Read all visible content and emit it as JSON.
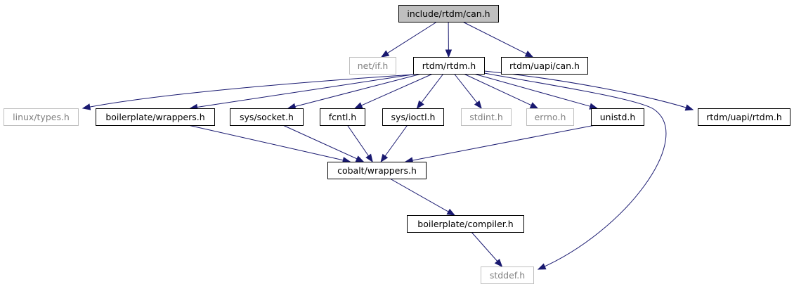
{
  "diagram": {
    "nodes": [
      {
        "id": "can",
        "label": "include/rtdm/can.h",
        "style": "root"
      },
      {
        "id": "netif",
        "label": "net/if.h",
        "style": "external"
      },
      {
        "id": "rtdm",
        "label": "rtdm/rtdm.h",
        "style": "normal"
      },
      {
        "id": "uapican",
        "label": "rtdm/uapi/can.h",
        "style": "normal"
      },
      {
        "id": "linuxtypes",
        "label": "linux/types.h",
        "style": "external"
      },
      {
        "id": "bpwrappers",
        "label": "boilerplate/wrappers.h",
        "style": "normal"
      },
      {
        "id": "syssocket",
        "label": "sys/socket.h",
        "style": "normal"
      },
      {
        "id": "fcntl",
        "label": "fcntl.h",
        "style": "normal"
      },
      {
        "id": "sysioctl",
        "label": "sys/ioctl.h",
        "style": "normal"
      },
      {
        "id": "stdint",
        "label": "stdint.h",
        "style": "external"
      },
      {
        "id": "errno",
        "label": "errno.h",
        "style": "external"
      },
      {
        "id": "unistd",
        "label": "unistd.h",
        "style": "normal"
      },
      {
        "id": "uapirtdm",
        "label": "rtdm/uapi/rtdm.h",
        "style": "normal"
      },
      {
        "id": "cobaltwrappers",
        "label": "cobalt/wrappers.h",
        "style": "normal"
      },
      {
        "id": "bpcompiler",
        "label": "boilerplate/compiler.h",
        "style": "normal"
      },
      {
        "id": "stddef",
        "label": "stddef.h",
        "style": "external"
      }
    ],
    "edges": [
      {
        "from": "can",
        "to": "netif"
      },
      {
        "from": "can",
        "to": "rtdm"
      },
      {
        "from": "can",
        "to": "uapican"
      },
      {
        "from": "rtdm",
        "to": "linuxtypes"
      },
      {
        "from": "rtdm",
        "to": "bpwrappers"
      },
      {
        "from": "rtdm",
        "to": "syssocket"
      },
      {
        "from": "rtdm",
        "to": "fcntl"
      },
      {
        "from": "rtdm",
        "to": "sysioctl"
      },
      {
        "from": "rtdm",
        "to": "stdint"
      },
      {
        "from": "rtdm",
        "to": "errno"
      },
      {
        "from": "rtdm",
        "to": "unistd"
      },
      {
        "from": "rtdm",
        "to": "stddef"
      },
      {
        "from": "rtdm",
        "to": "uapirtdm"
      },
      {
        "from": "bpwrappers",
        "to": "cobaltwrappers"
      },
      {
        "from": "syssocket",
        "to": "cobaltwrappers"
      },
      {
        "from": "fcntl",
        "to": "cobaltwrappers"
      },
      {
        "from": "sysioctl",
        "to": "cobaltwrappers"
      },
      {
        "from": "unistd",
        "to": "cobaltwrappers"
      },
      {
        "from": "cobaltwrappers",
        "to": "bpcompiler"
      },
      {
        "from": "bpcompiler",
        "to": "stddef"
      }
    ],
    "colors": {
      "edge": "#191970",
      "root_fill": "#bfbfbf",
      "normal_border": "#000000",
      "external_border": "#bfbfbf",
      "external_text": "#808080",
      "text": "#000000"
    }
  }
}
